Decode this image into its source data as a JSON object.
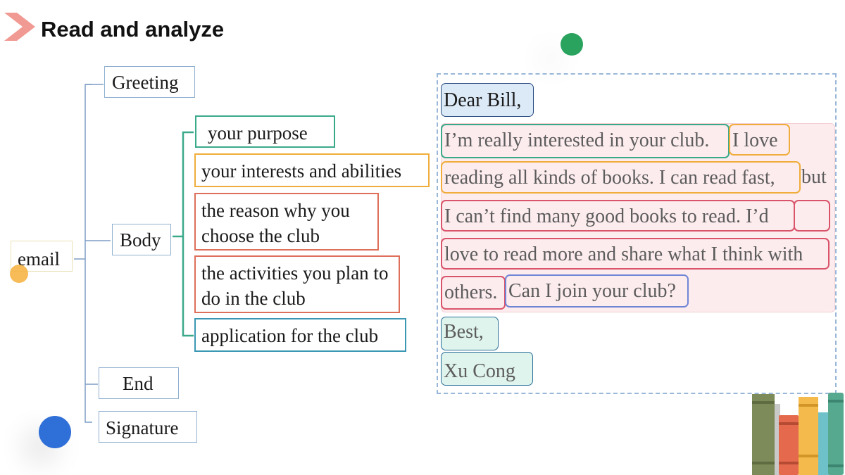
{
  "header": {
    "title": "Read and analyze"
  },
  "mindmap": {
    "root": "email",
    "greeting": "Greeting",
    "body": "Body",
    "end": "End",
    "signature": "Signature",
    "body_parts": {
      "purpose": "your purpose",
      "interests": "your interests and abilities",
      "reason": "the reason why you choose the club",
      "activities": "the activities you plan to do in the club",
      "application": "application for the club"
    }
  },
  "letter": {
    "greeting": "Dear Bill,",
    "line1": "I’m really interested in your club.",
    "line1b": "I love",
    "line2": "reading all kinds of books. I can read fast,",
    "line2_tail": "but",
    "line3": "I can’t find many good books to read. I’d",
    "line4": "love to read more and share what I think with",
    "line5": "others.",
    "line5b": "Can I join your club?",
    "closing": "Best,",
    "signature": "Xu Cong"
  },
  "colors": {
    "purpose": "#3aa98a",
    "interests": "#f0ad3c",
    "reason": "#de6f5a",
    "application": "#3a98b5",
    "pink_highlight": "#fdecee"
  },
  "icons": [
    "chevron-right-icon",
    "books-illustration"
  ]
}
